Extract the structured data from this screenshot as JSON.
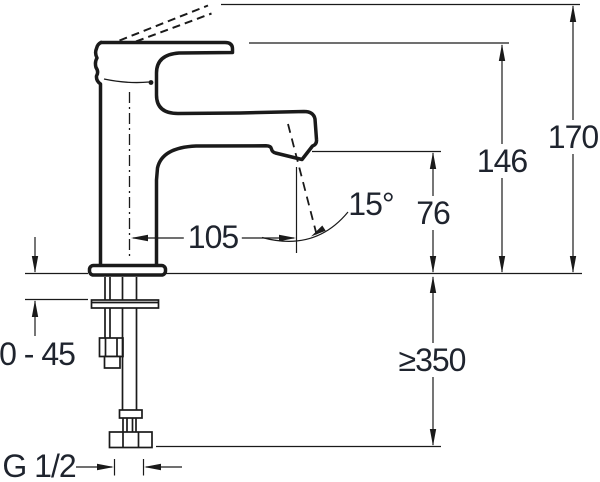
{
  "colors": {
    "ink": "#1a1a1a",
    "paper": "#ffffff"
  },
  "drawing": {
    "dimensions": {
      "overall_height": "170",
      "handle_height": "146",
      "spout_outlet_height": "76",
      "spout_reach": "105",
      "stream_angle": "15°",
      "min_supply_length": "≥350",
      "deck_thickness_range": "0 - 45",
      "thread_size": "G 1/2"
    }
  }
}
